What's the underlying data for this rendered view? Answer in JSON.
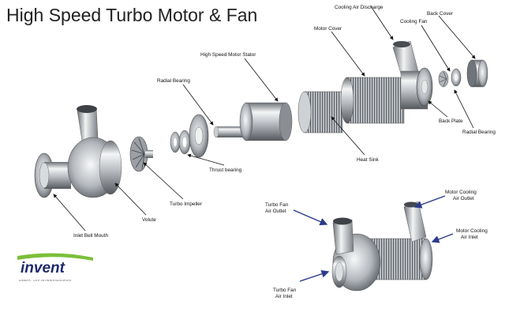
{
  "title": "High Speed Turbo Motor & Fan",
  "labels": {
    "cooling_air_discharge": "Cooling Air Discharge",
    "back_cover": "Back Cover",
    "motor_cover": "Motor Cover",
    "cooling_fan": "Cooling Fan",
    "high_speed_motor_stator": "High Speed Motor Stator",
    "radial_bearing_left": "Radial Bearing",
    "back_plate": "Back Plate",
    "radial_bearing_right": "Radial Bearing",
    "heat_sink": "Heat Sink",
    "thrust_bearing": "Thrust bearing",
    "turbo_impeller": "Turbo Impeller",
    "volute": "Volute",
    "inlet_bell_mouth": "Inlet Bell Mouth",
    "turbo_fan_air_outlet_1": "Turbo Fan",
    "turbo_fan_air_outlet_2": "Air Outlet",
    "motor_cooling_air_outlet_1": "Motor Cooling",
    "motor_cooling_air_outlet_2": "Air Outlet",
    "motor_cooling_air_inlet_1": "Motor Cooling",
    "motor_cooling_air_inlet_2": "Air Inlet",
    "turbo_fan_air_inlet_1": "Turbo Fan",
    "turbo_fan_air_inlet_2": "Air Inlet"
  },
  "logo": {
    "brand": "invent",
    "tagline": "umwelt- und verfahrenstechnik"
  },
  "colors": {
    "metal_light": "#eceef0",
    "metal_mid": "#a9adb2",
    "metal_dark": "#5b6066",
    "arrow_blue": "#2b3a8c",
    "brand_blue": "#1e2a6e",
    "brand_green": "#7bbf3a"
  }
}
